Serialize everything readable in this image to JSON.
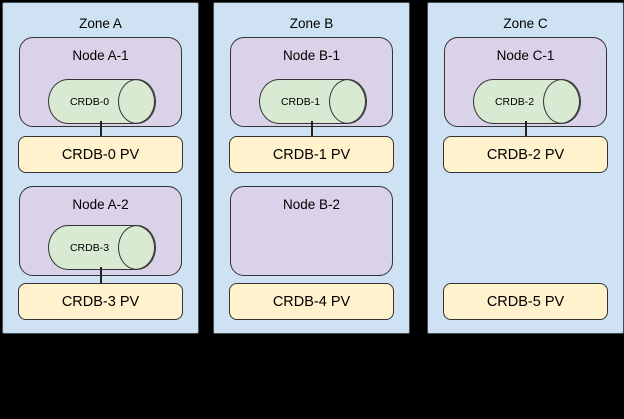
{
  "colors": {
    "canvas_background": "#000000",
    "zone_fill": "#cfe2f3",
    "node_fill": "#d9d2e9",
    "database_fill": "#d9ead3",
    "pv_fill": "#fff2cc",
    "outline": "#333333"
  },
  "zones": [
    {
      "label": "Zone A",
      "nodes": [
        {
          "label": "Node A-1",
          "db": "CRDB-0"
        },
        {
          "label": "Node A-2",
          "db": "CRDB-3"
        }
      ],
      "pvs": [
        {
          "label": "CRDB-0 PV"
        },
        {
          "label": "CRDB-3 PV"
        }
      ]
    },
    {
      "label": "Zone B",
      "nodes": [
        {
          "label": "Node B-1",
          "db": "CRDB-1"
        },
        {
          "label": "Node B-2",
          "db": ""
        }
      ],
      "pvs": [
        {
          "label": "CRDB-1 PV"
        },
        {
          "label": "CRDB-4 PV"
        }
      ]
    },
    {
      "label": "Zone C",
      "nodes": [
        {
          "label": "Node C-1",
          "db": "CRDB-2"
        }
      ],
      "pvs": [
        {
          "label": "CRDB-2 PV"
        },
        {
          "label": "CRDB-5 PV"
        }
      ]
    }
  ]
}
